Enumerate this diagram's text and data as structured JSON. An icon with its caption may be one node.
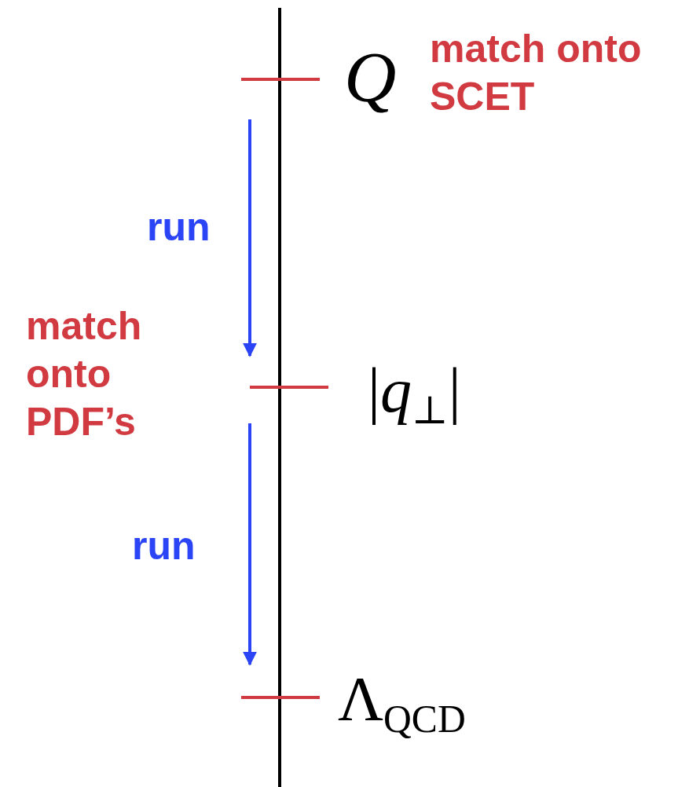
{
  "diagram": {
    "nodes": [
      {
        "text": [
          "*Q*"
        ],
        "beside": [
          "match onto SCET"
        ]
      },
      {
        "text": [
          "|*q*$_{⊥}$|"
        ],
        "beside": [
          "match onto PDF’s"
        ]
      },
      {
        "text": [
          "Λ$_{QCD}$"
        ]
      }
    ],
    "edges": [
      {
        "from": 0,
        "to": 1,
        "arrow": "to",
        "label": "run"
      },
      {
        "from": 1,
        "to": 2,
        "arrow": "to",
        "label": "run"
      }
    ]
  }
}
